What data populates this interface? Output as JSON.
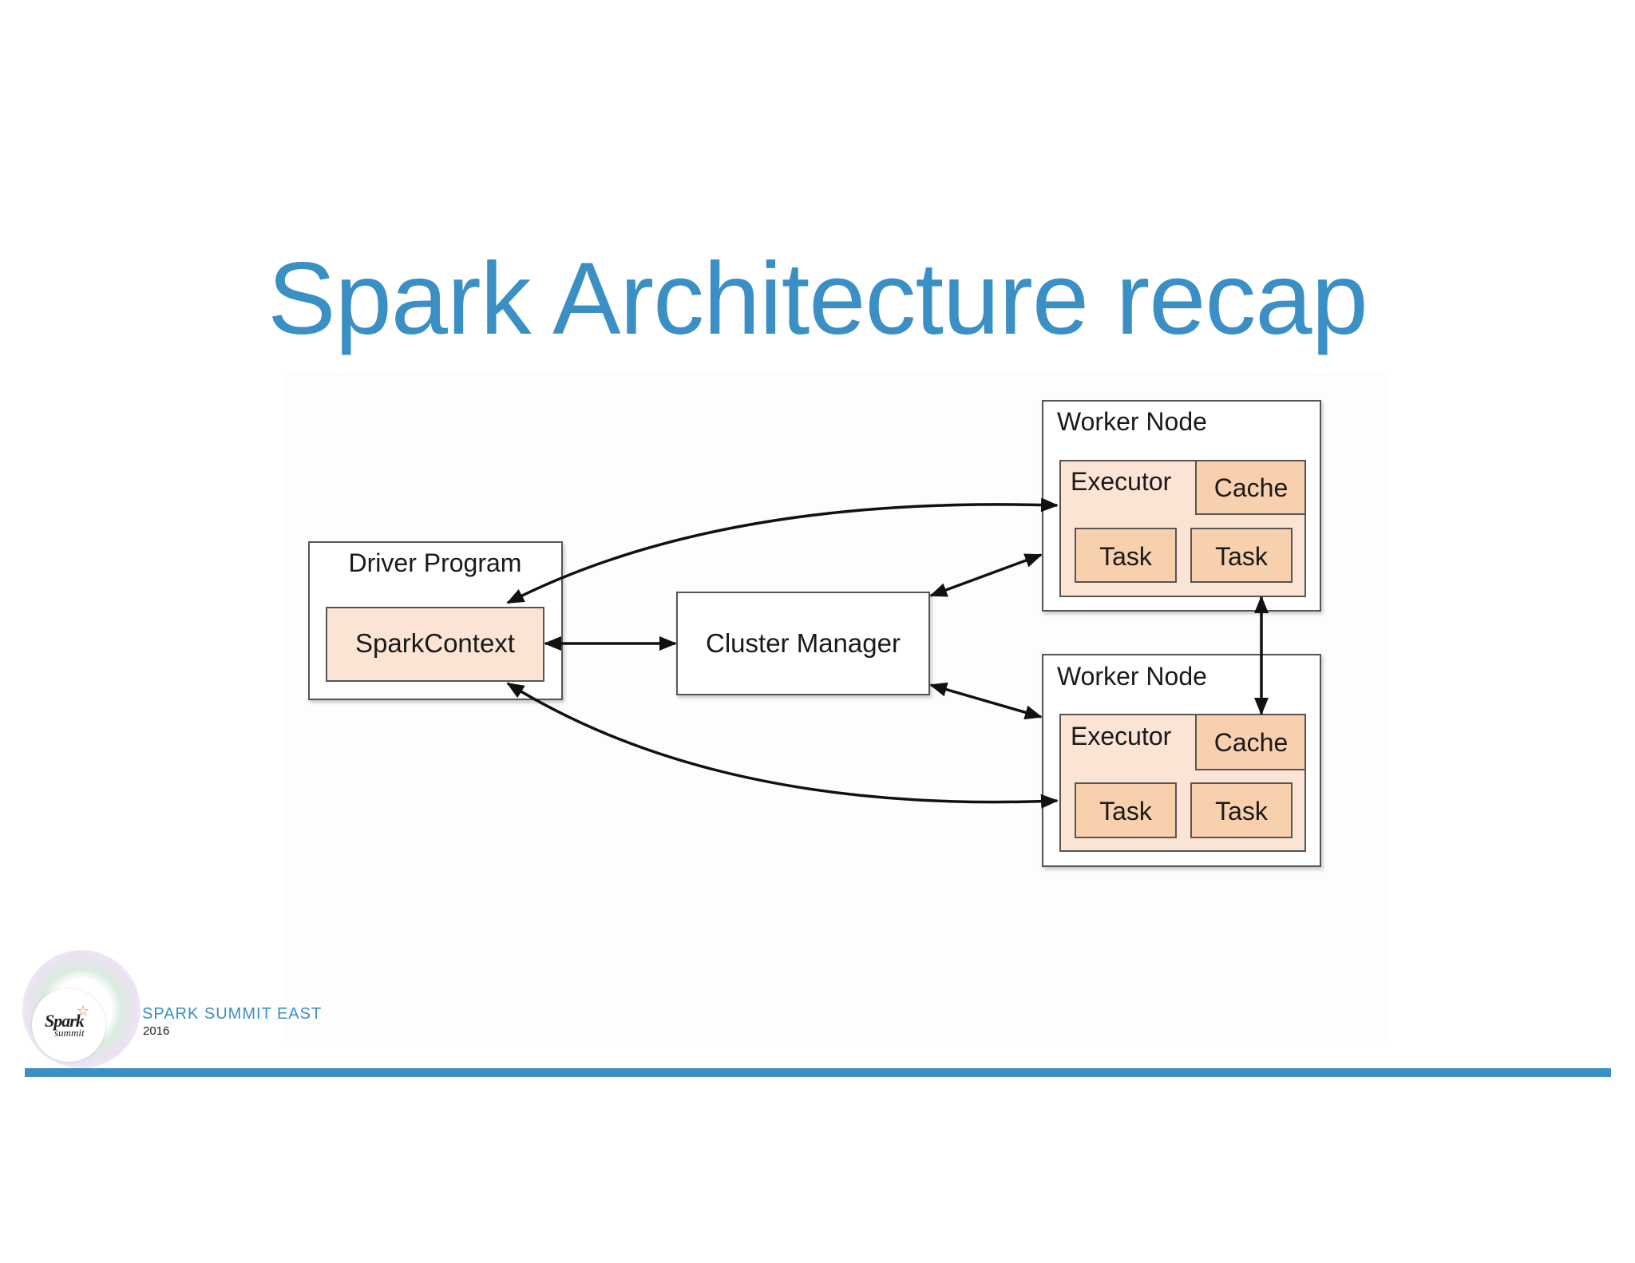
{
  "slide": {
    "title": "Spark Architecture recap"
  },
  "diagram": {
    "driver": {
      "label": "Driver Program",
      "context_label": "SparkContext"
    },
    "cluster_manager": {
      "label": "Cluster Manager"
    },
    "worker_nodes": [
      {
        "label": "Worker Node",
        "executor_label": "Executor",
        "cache_label": "Cache",
        "tasks": [
          "Task",
          "Task"
        ]
      },
      {
        "label": "Worker Node",
        "executor_label": "Executor",
        "cache_label": "Cache",
        "tasks": [
          "Task",
          "Task"
        ]
      }
    ],
    "colors": {
      "inner_fill": "#fbe4d3",
      "task_fill": "#f9d0ad",
      "border": "#555555",
      "arrow": "#111111"
    }
  },
  "footer": {
    "logo_text": "Spark",
    "logo_subtext": "summit",
    "event_name": "SPARK SUMMIT EAST",
    "event_year": "2016",
    "accent_color": "#3a8fc4"
  }
}
